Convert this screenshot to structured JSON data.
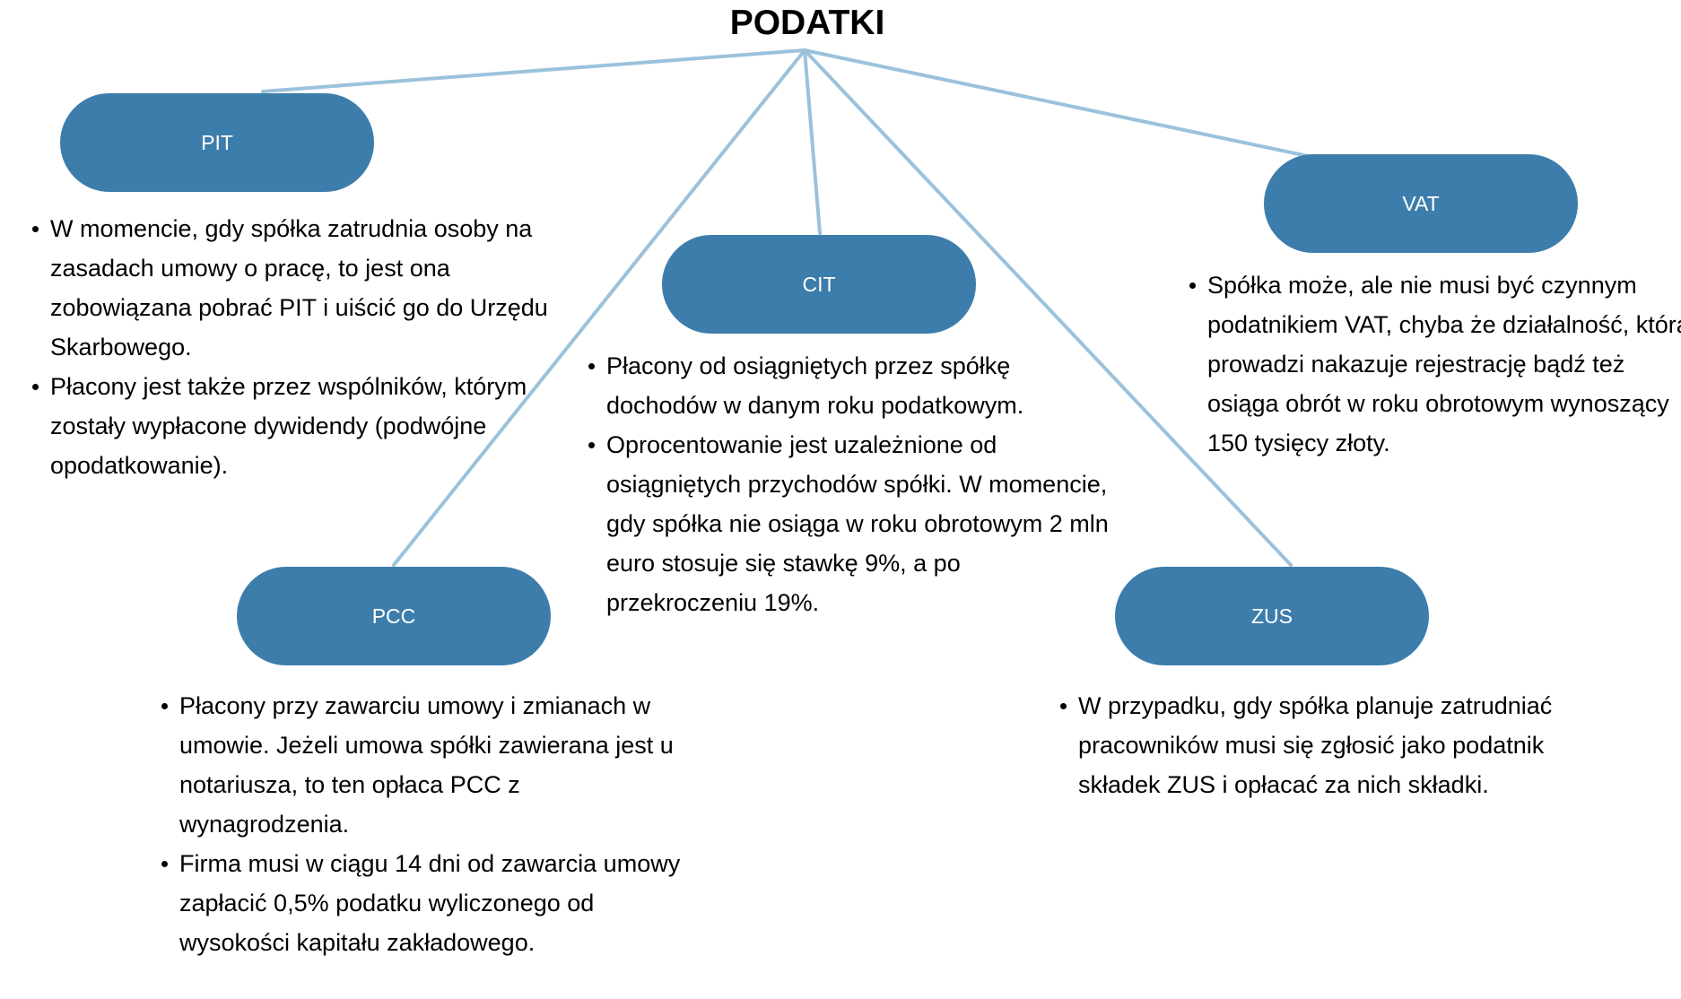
{
  "title": "PODATKI",
  "colors": {
    "node_fill": "#3d7dab",
    "node_text": "#ffffff",
    "connector": "#9bc2dc"
  },
  "nodes": {
    "pit": {
      "label": "PIT",
      "items": [
        "W momencie, gdy spółka zatrudnia osoby na zasadach umowy o pracę, to jest ona zobowiązana pobrać PIT i uiścić go do Urzędu Skarbowego.",
        "Płacony jest także przez wspólników, którym zostały wypłacone dywidendy (podwójne opodatkowanie)."
      ]
    },
    "cit": {
      "label": "CIT",
      "items": [
        "Płacony od osiągniętych przez spółkę dochodów w danym roku podatkowym.",
        "Oprocentowanie jest uzależnione od osiągniętych przychodów spółki. W momencie, gdy spółka nie osiąga w roku obrotowym 2 mln euro stosuje się stawkę 9%, a po przekroczeniu 19%."
      ]
    },
    "vat": {
      "label": "VAT",
      "items": [
        "Spółka może, ale nie musi być czynnym podatnikiem VAT, chyba że działalność, którą prowadzi nakazuje rejestrację bądź też osiąga obrót w roku obrotowym wynoszący 150 tysięcy złoty."
      ]
    },
    "pcc": {
      "label": "PCC",
      "items": [
        "Płacony przy zawarciu umowy i zmianach w umowie. Jeżeli umowa spółki zawierana jest u notariusza, to ten opłaca PCC z wynagrodzenia.",
        "Firma musi w ciągu 14 dni od zawarcia umowy zapłacić 0,5% podatku wyliczonego od wysokości kapitału zakładowego."
      ]
    },
    "zus": {
      "label": "ZUS",
      "items": [
        "W przypadku, gdy spółka planuje zatrudniać pracowników musi się zgłosić jako podatnik składek ZUS i opłacać za nich składki."
      ]
    }
  }
}
